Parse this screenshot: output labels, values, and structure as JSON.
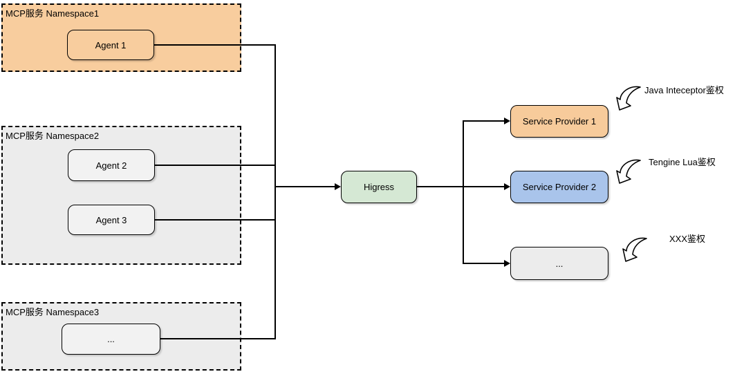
{
  "diagram": {
    "namespaces": [
      {
        "label": "MCP服务 Namespace1",
        "fill": "#f8cd9e"
      },
      {
        "label": "MCP服务 Namespace2",
        "fill": "#ececec"
      },
      {
        "label": "MCP服务 Namespace3",
        "fill": "#ececec"
      }
    ],
    "agents": [
      {
        "label": "Agent 1",
        "fill": "#f8cd9e"
      },
      {
        "label": "Agent 2",
        "fill": "#f2f2f2"
      },
      {
        "label": "Agent 3",
        "fill": "#f2f2f2"
      },
      {
        "label": "...",
        "fill": "#f2f2f2"
      }
    ],
    "gateway": {
      "label": "Higress",
      "fill": "#d5e8d4"
    },
    "providers": [
      {
        "label": "Service Provider 1",
        "fill": "#f7cb9b"
      },
      {
        "label": "Service Provider 2",
        "fill": "#a9c4eb"
      },
      {
        "label": "...",
        "fill": "#ececec"
      }
    ],
    "annotations": [
      {
        "label": "Java Inteceptor鉴权"
      },
      {
        "label": "Tengine Lua鉴权"
      },
      {
        "label": "XXX鉴权"
      }
    ],
    "line_color": "#000000"
  }
}
